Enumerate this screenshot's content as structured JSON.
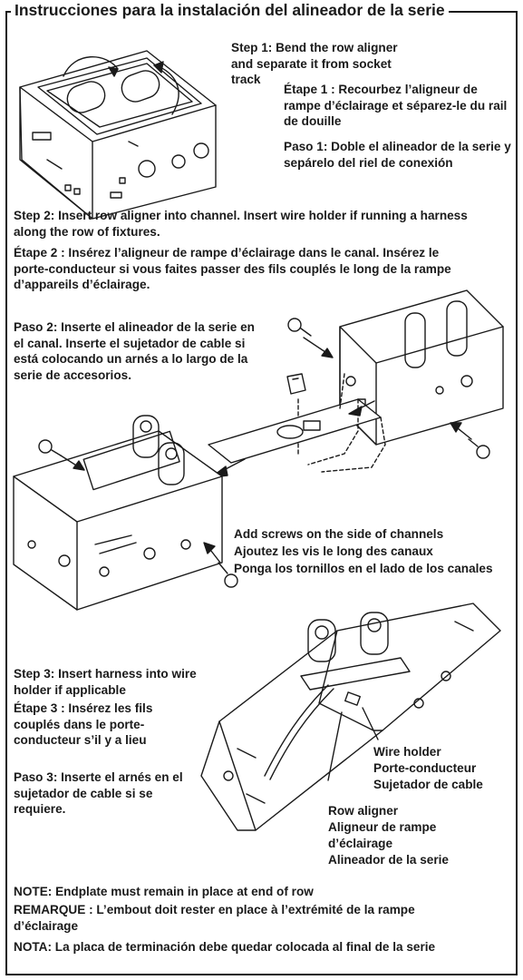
{
  "title": "Instrucciones para la instalación del alineador de la serie",
  "step1": {
    "en": "Step 1: Bend the row aligner and separate it from socket track",
    "fr": "Étape 1 : Recourbez l’aligneur de rampe d’éclairage et séparez-le du rail de douille",
    "es": "Paso 1: Doble el alineador de la serie y sepárelo del riel de conexión"
  },
  "step2": {
    "en": "Step 2: Insert row aligner into channel. Insert wire holder if running a harness along the row of fixtures.",
    "fr": "Étape 2 : Insérez l’aligneur de rampe d’éclairage dans le canal. Insérez le porte-conducteur si vous faites passer des fils couplés le long de la rampe d’appareils d’éclairage.",
    "es": "Paso 2: Inserte el alineador de la serie en el canal. Inserte el sujetador de cable si está colocando un arnés a lo largo de la serie de accesorios."
  },
  "screws": {
    "en": "Add screws on the side of channels",
    "fr": "Ajoutez les vis le long des canaux",
    "es": "Ponga los tornillos en el lado de los canales"
  },
  "step3": {
    "en": "Step 3: Insert harness into wire holder if applicable",
    "fr": "Étape 3 : Insérez les fils couplés dans le porte-conducteur s’il y a lieu",
    "es": "Paso 3: Inserte el arnés en el sujetador de cable si se requiere."
  },
  "labels": {
    "wire_holder": [
      "Wire holder",
      "Porte-conducteur",
      "Sujetador de cable"
    ],
    "row_aligner": [
      "Row aligner",
      "Aligneur de rampe",
      "d’éclairage",
      "Alineador de la serie"
    ]
  },
  "note": {
    "en": "NOTE: Endplate must remain in place at end of row",
    "fr": "REMARQUE : L’embout doit rester en place à l’extrémité de la rampe d’éclairage",
    "es": "NOTA: La placa de terminación debe quedar colocada al final de la serie"
  }
}
